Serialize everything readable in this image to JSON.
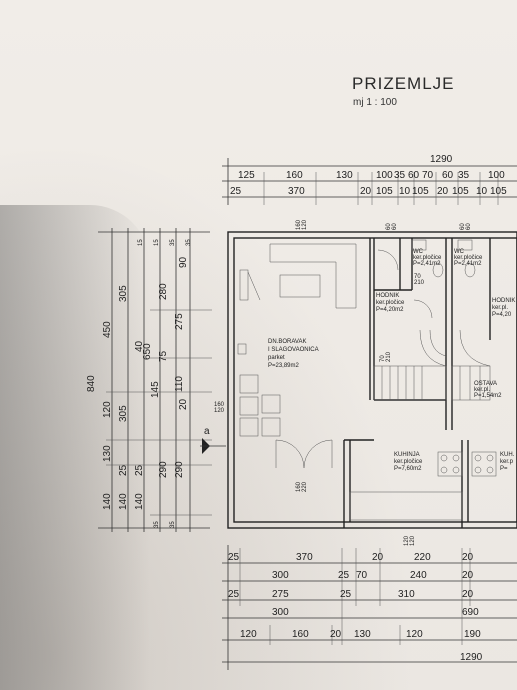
{
  "title": "PRIZEMLJE",
  "scale": "mj 1 : 100",
  "top_dims": {
    "total": "1290",
    "row1": [
      "125",
      "160",
      "130",
      "100",
      "35",
      "60",
      "70",
      "60",
      "35",
      "100"
    ],
    "row2": [
      "25",
      "370",
      "20",
      "105",
      "10",
      "105",
      "20",
      "105",
      "10",
      "105"
    ]
  },
  "bottom_dims": {
    "row1": [
      "25",
      "370",
      "20",
      "220",
      "20"
    ],
    "row2": [
      "300",
      "25",
      "70",
      "240",
      "20"
    ],
    "row3": [
      "25",
      "275",
      "25",
      "310",
      "20"
    ],
    "row4": [
      "300",
      "690"
    ],
    "row5": [
      "120",
      "160",
      "20",
      "130",
      "120",
      "190"
    ],
    "total": "1290"
  },
  "left_dims": {
    "total": "840",
    "col1": [
      "450",
      "120",
      "130",
      "140"
    ],
    "col2": [
      "305",
      "305",
      "25",
      "140"
    ],
    "col3": [
      "40",
      "650",
      "145",
      "25",
      "140"
    ],
    "col4": [
      "280",
      "275",
      "75",
      "110",
      "290"
    ],
    "col5": [
      "90",
      "20",
      "290"
    ],
    "small": [
      "35",
      "35",
      "15",
      "15",
      "35",
      "35"
    ]
  },
  "rooms": {
    "living": {
      "name": "DN.BORAVAK",
      "name2": "I SLAGOVAONICA",
      "floor": "parket",
      "area": "P=23,89m2"
    },
    "hall": {
      "name": "HODNIK",
      "floor": "ker.pločice",
      "area": "P=4,20m2"
    },
    "wc1": {
      "name": "WC",
      "floor": "ker.pločice",
      "area": "P=2,41m2"
    },
    "wc2": {
      "name": "WC",
      "floor": "ker.pločice",
      "area": "P=2,41m2"
    },
    "hall2": {
      "name": "HODNIK",
      "floor": "ker.pl.",
      "area": "P=4,20"
    },
    "kitchen": {
      "name": "KUHINJA",
      "floor": "ker.pločice",
      "area": "P=7,60m2"
    },
    "storage": {
      "name": "OSTAVA",
      "floor": "ker.pl.",
      "area": "P=1,54m2"
    },
    "kitchen2": {
      "name": "KUH.",
      "floor": "ker.p",
      "area": "P="
    }
  },
  "openings": {
    "window_left": [
      "160",
      "120"
    ],
    "door_bottom": [
      "160",
      "220"
    ],
    "door_kitchen": [
      "120",
      "120"
    ],
    "door_hall": [
      "70",
      "210"
    ],
    "door_stairs": [
      "70",
      "210"
    ],
    "window_top1": [
      "160",
      "120"
    ],
    "window_top2": [
      "60",
      "60"
    ],
    "window_top3": [
      "60",
      "60"
    ]
  },
  "section_mark": "a"
}
